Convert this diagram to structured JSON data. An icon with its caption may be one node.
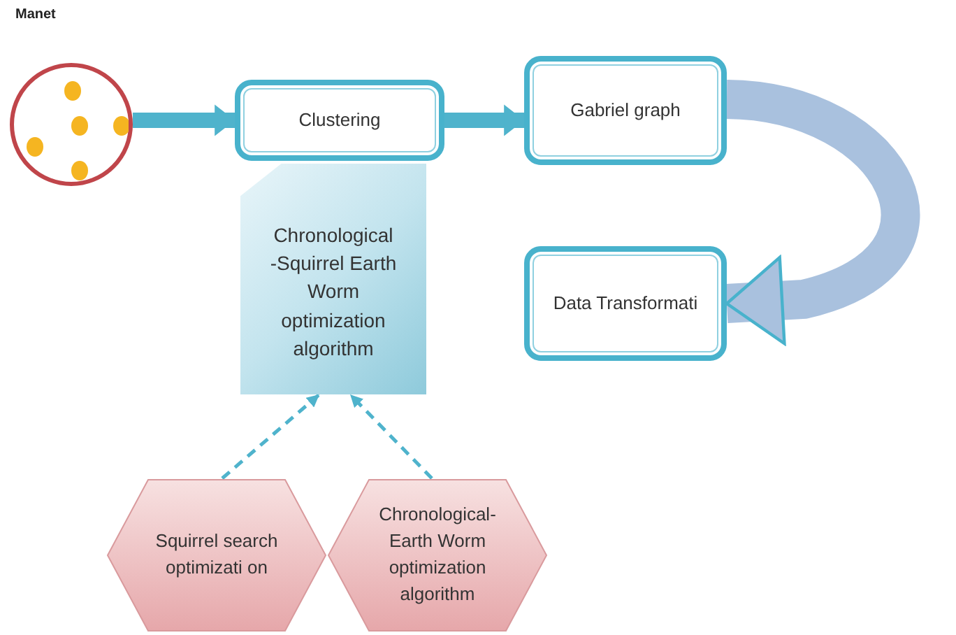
{
  "diagram": {
    "nodes": [
      {
        "text": [
          "Manet"
        ]
      },
      {
        "text": [
          "Clustering"
        ]
      },
      {
        "text": [
          "Gabriel graph"
        ]
      },
      {
        "text": [
          "Data Transformati"
        ]
      },
      {
        "text": [
          "Chronological -Squirrel Earth Worm optimization algorithm"
        ]
      },
      {
        "text": [
          "Squirrel search optimizati on"
        ]
      },
      {
        "text": [
          "Chronological- Earth Worm optimization algorithm"
        ]
      }
    ],
    "edges": [
      {
        "from": 0,
        "to": 1,
        "arrow": "to"
      },
      {
        "from": 1,
        "to": 2,
        "arrow": "to"
      },
      {
        "from": 2,
        "to": 3,
        "arrow": "to",
        "style": "thick",
        "color": "#a9c1de"
      },
      {
        "from": 5,
        "to": 4,
        "arrow": "to",
        "style": "dashed"
      },
      {
        "from": 6,
        "to": 4,
        "arrow": "to",
        "style": "dashed"
      }
    ]
  }
}
